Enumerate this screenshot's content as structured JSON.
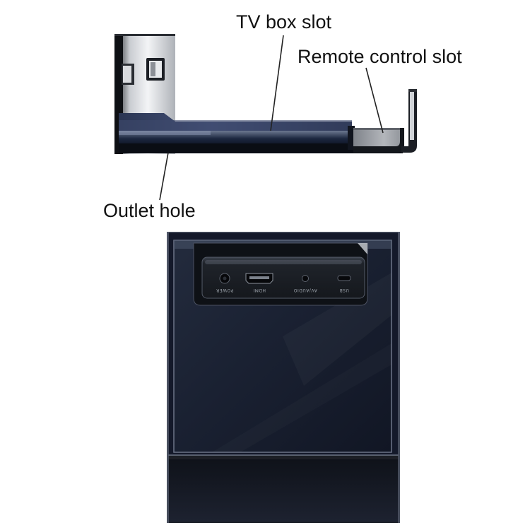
{
  "callouts": {
    "tv_box_slot": "TV box slot",
    "remote_control_slot": "Remote control slot",
    "outlet_hole": "Outlet hole"
  },
  "ports": {
    "power": "POWER",
    "hdmi": "HDMI",
    "av": "AV/AUDIO",
    "usb": "USB"
  },
  "colors": {
    "acrylic_dark": "#1b2230",
    "acrylic_blue": "#2a3550",
    "frame_black": "#0c0f15",
    "background": "#ffffff"
  }
}
